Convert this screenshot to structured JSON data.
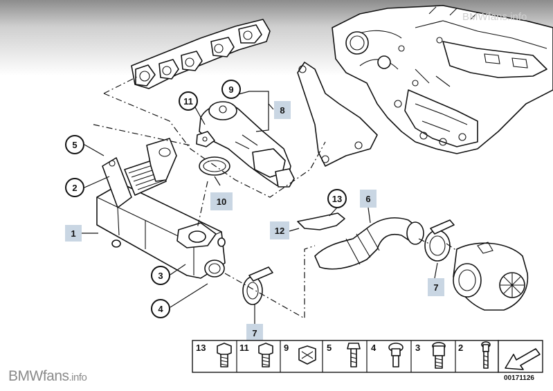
{
  "diagram": {
    "callouts": [
      {
        "id": "c1",
        "text": "1"
      },
      {
        "id": "c2",
        "text": "2"
      },
      {
        "id": "c3",
        "text": "3"
      },
      {
        "id": "c4",
        "text": "4"
      },
      {
        "id": "c5",
        "text": "5"
      },
      {
        "id": "c6",
        "text": "6"
      },
      {
        "id": "c7a",
        "text": "7"
      },
      {
        "id": "c7b",
        "text": "7"
      },
      {
        "id": "c8",
        "text": "8"
      },
      {
        "id": "c9",
        "text": "9"
      },
      {
        "id": "c10",
        "text": "10"
      },
      {
        "id": "c11",
        "text": "11"
      },
      {
        "id": "c12",
        "text": "12"
      },
      {
        "id": "c13",
        "text": "13"
      }
    ],
    "hardware_strip": [
      "13",
      "11",
      "9",
      "5",
      "4",
      "3",
      "2"
    ],
    "diagram_code": "00171126"
  },
  "branding": {
    "logo_main": "BMWfans",
    "logo_suffix": ".info",
    "watermark": "BMWfans.info"
  },
  "colors": {
    "callout_box": "#c9d6e3",
    "brand_text": "#8a8a8a",
    "ink": "#111111"
  }
}
